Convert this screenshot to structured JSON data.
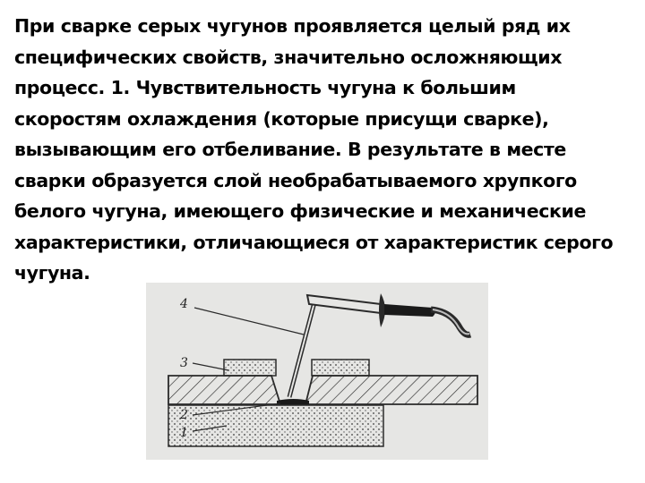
{
  "slide": {
    "lines": [
      "При сварке серых чугунов проявляется целый ряд их",
      "специфических свойств, значительно осложняющих",
      "процесс. 1. Чувствительность чугуна к большим",
      "скоростям охлаждения (которые присущи сварке),",
      "вызывающим его отбеливание. В результате в месте",
      "сварки образуется слой необрабатываемого хрупкого",
      "белого чугуна, имеющего физические и механические",
      "характеристики, отличающиеся от характеристик серого",
      "чугуна."
    ]
  },
  "figure": {
    "labels": {
      "l4": "4",
      "l3": "3",
      "l2": "2",
      "l1": "1"
    },
    "colors": {
      "background": "#e6e6e4",
      "line": "#2a2a2a",
      "weld": "#1a1a1a"
    }
  }
}
